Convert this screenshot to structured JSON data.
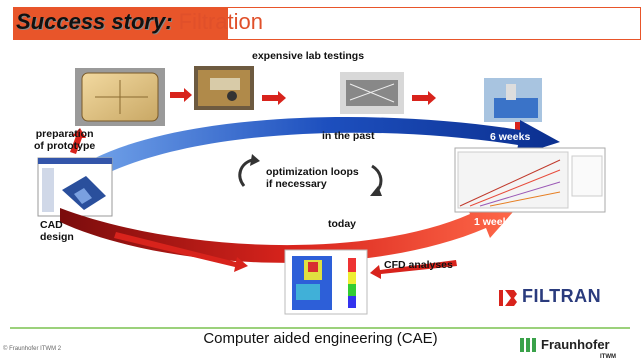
{
  "title": {
    "bold": "Success story",
    "colon": ":",
    "plain": " Filtration"
  },
  "labels": {
    "expensive": "expensive lab testings",
    "prep1": "preparation",
    "prep2": "of prototype",
    "past": "in the past",
    "six_weeks": "6 weeks",
    "opt1": "optimization loops",
    "opt2": "if necessary",
    "cad1": "CAD",
    "cad2": "design",
    "today": "today",
    "one_week": "1 week",
    "cfd": "CFD analyses"
  },
  "logo": {
    "filtran": "FILTRAN",
    "fraunhofer": "Fraunhofer",
    "itwm": "ITWM"
  },
  "footer": {
    "center": "Computer aided engineering (CAE)",
    "copyright": "© Fraunhofer ITWM 2"
  },
  "colors": {
    "accent": "#e8552a",
    "blue_arrow": "#1c4fb8",
    "red_arrow": "#d8231c",
    "green_line": "#9bd17b",
    "filtran": "#2a3b7d"
  }
}
